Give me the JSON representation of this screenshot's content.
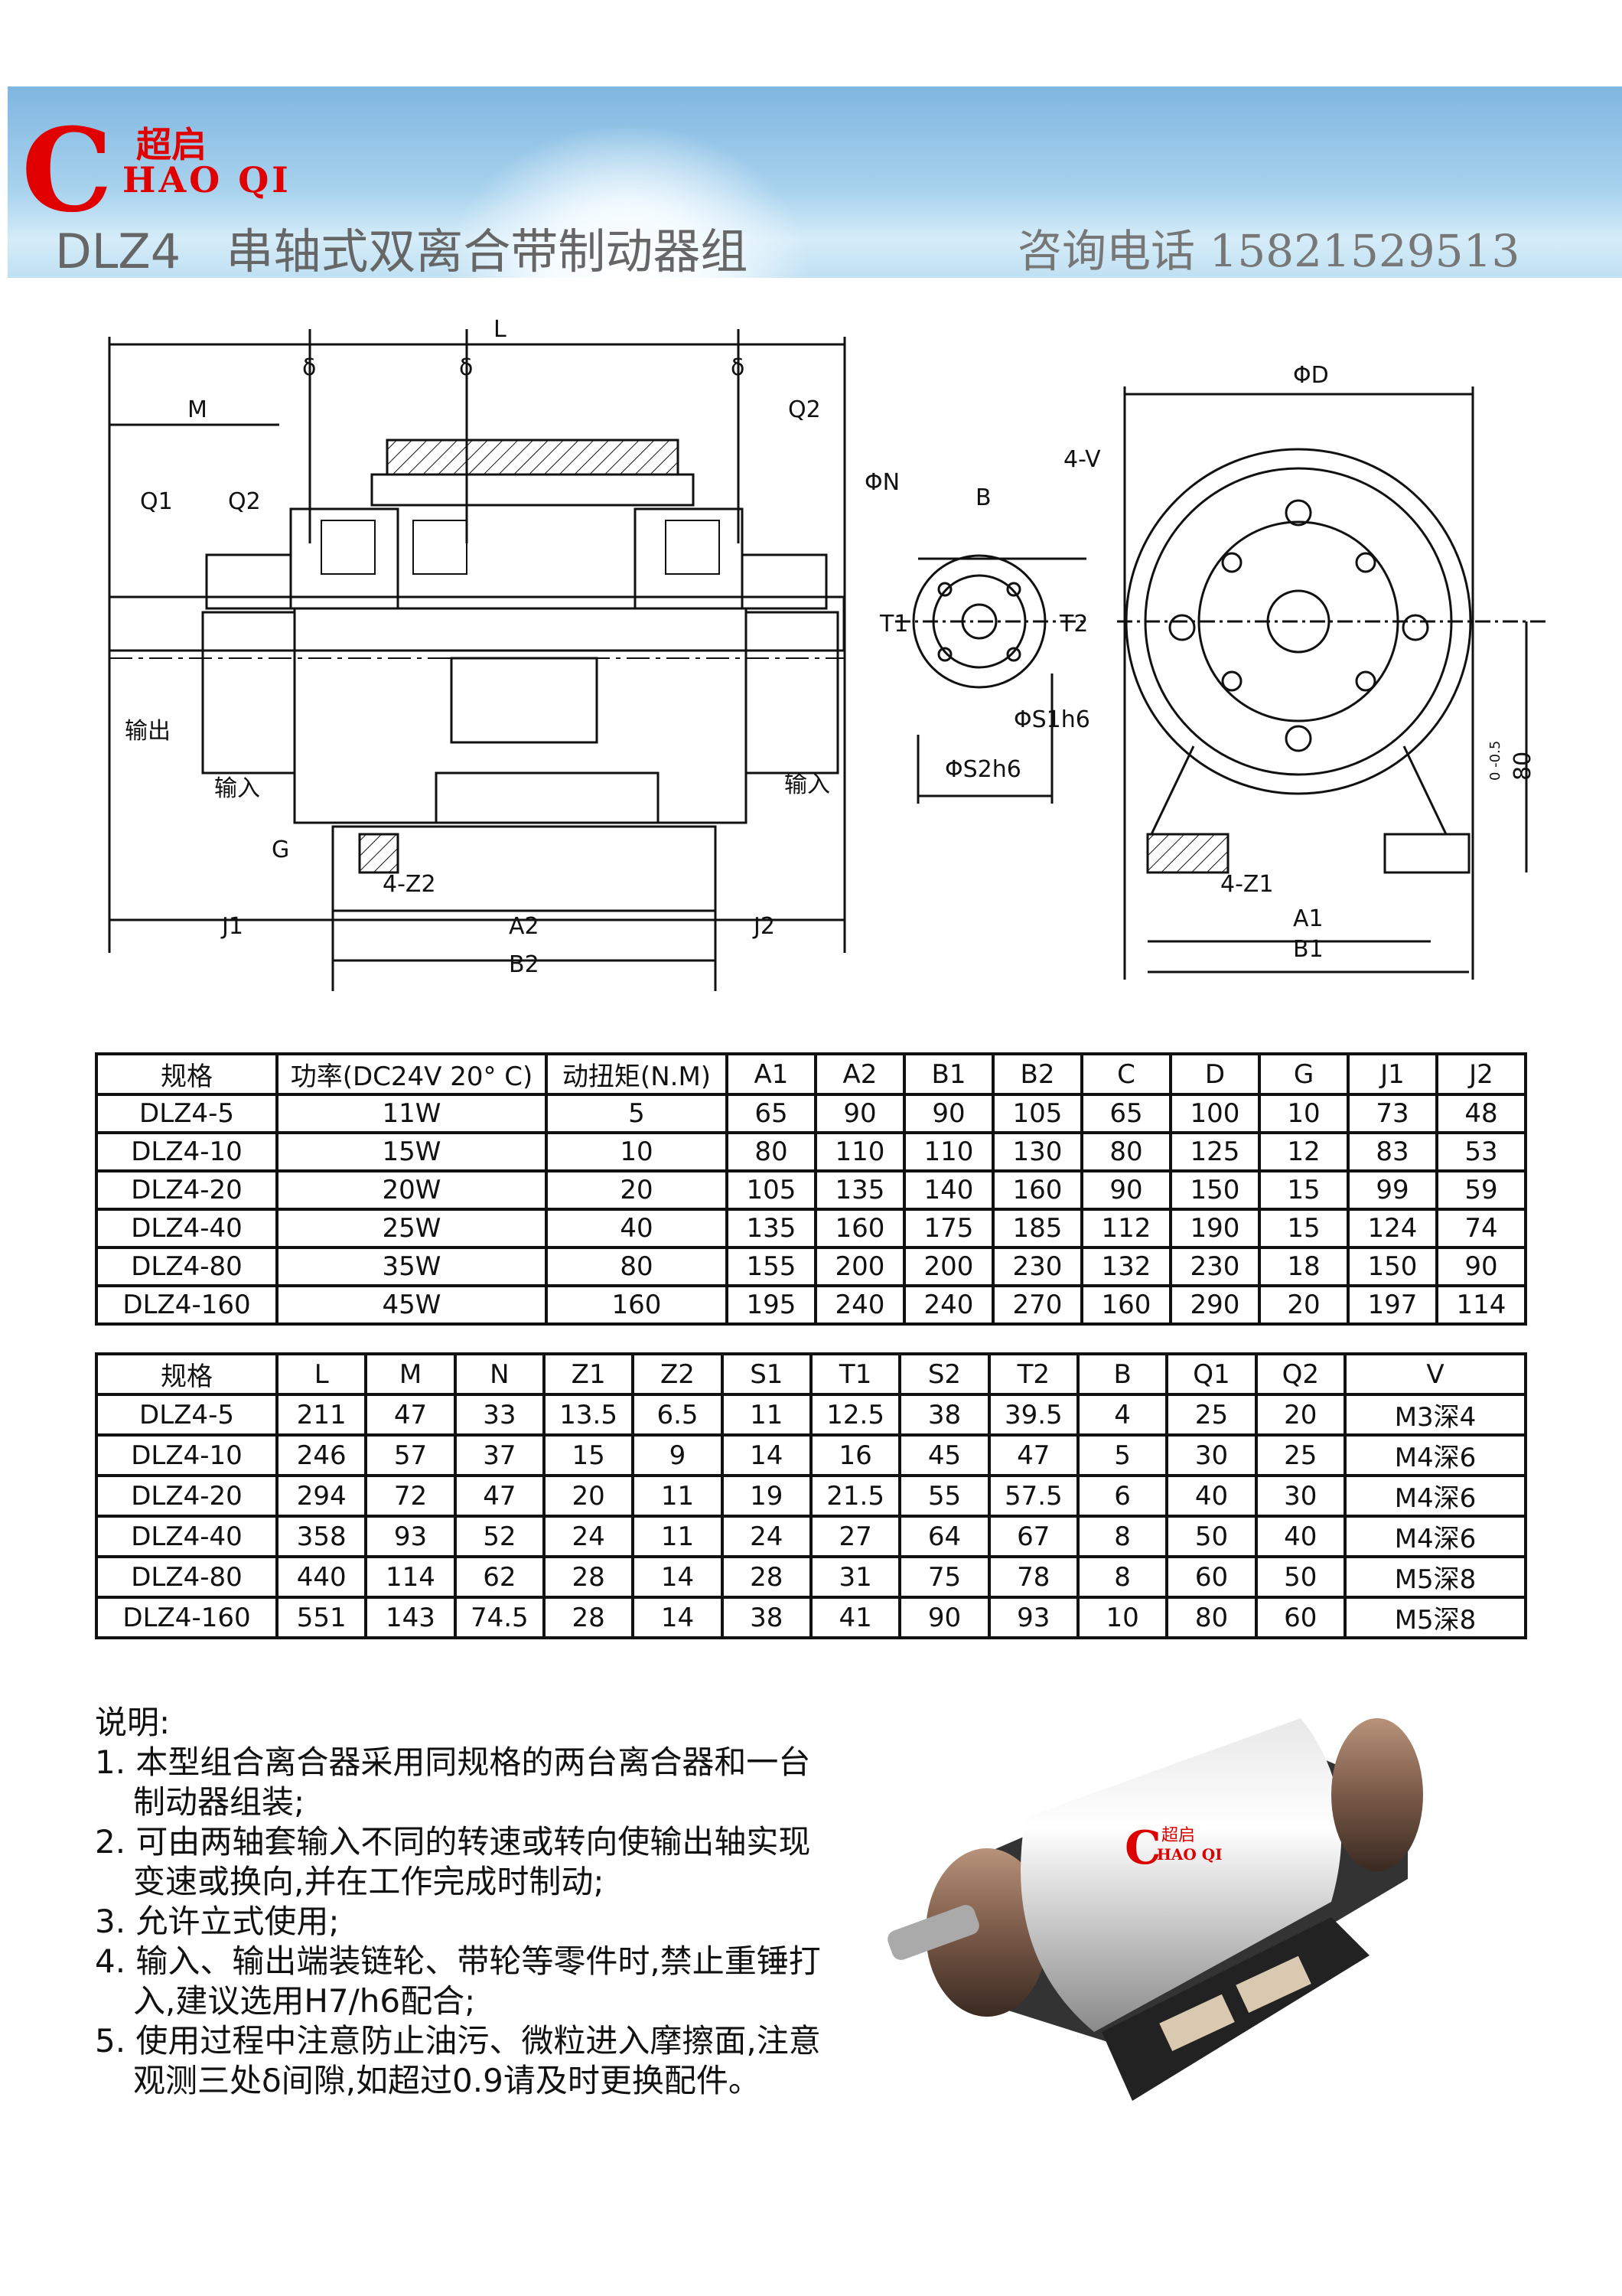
{
  "header": {
    "logo_letter": "C",
    "logo_cn": "超启",
    "logo_en": "HAO QI",
    "model": "DLZ4",
    "title": "串轴式双离合带制动器组",
    "phone_label": "咨询电话",
    "phone": "15821529513"
  },
  "drawing": {
    "labels": {
      "L": "L",
      "M": "M",
      "delta": "δ",
      "Q1": "Q1",
      "Q2": "Q2",
      "output": "输出",
      "input": "输入",
      "G": "G",
      "Z2": "4-Z2",
      "J1": "J1",
      "A2": "A2",
      "J2": "J2",
      "B2": "B2",
      "N": "ΦN",
      "B": "B",
      "V": "4-V",
      "T1": "T1",
      "T2": "T2",
      "S1": "ΦS1h6",
      "S2": "ΦS2h6",
      "D": "ΦD",
      "h80": "80",
      "tol": "0 -0.5",
      "Z1": "4-Z1",
      "A1": "A1",
      "B1": "B1"
    }
  },
  "table1": {
    "headers": [
      "规格",
      "功率(DC24V 20° C)",
      "动扭矩(N.M)",
      "A1",
      "A2",
      "B1",
      "B2",
      "C",
      "D",
      "G",
      "J1",
      "J2"
    ],
    "rows": [
      [
        "DLZ4-5",
        "11W",
        "5",
        "65",
        "90",
        "90",
        "105",
        "65",
        "100",
        "10",
        "73",
        "48"
      ],
      [
        "DLZ4-10",
        "15W",
        "10",
        "80",
        "110",
        "110",
        "130",
        "80",
        "125",
        "12",
        "83",
        "53"
      ],
      [
        "DLZ4-20",
        "20W",
        "20",
        "105",
        "135",
        "140",
        "160",
        "90",
        "150",
        "15",
        "99",
        "59"
      ],
      [
        "DLZ4-40",
        "25W",
        "40",
        "135",
        "160",
        "175",
        "185",
        "112",
        "190",
        "15",
        "124",
        "74"
      ],
      [
        "DLZ4-80",
        "35W",
        "80",
        "155",
        "200",
        "200",
        "230",
        "132",
        "230",
        "18",
        "150",
        "90"
      ],
      [
        "DLZ4-160",
        "45W",
        "160",
        "195",
        "240",
        "240",
        "270",
        "160",
        "290",
        "20",
        "197",
        "114"
      ]
    ]
  },
  "table2": {
    "headers": [
      "规格",
      "L",
      "M",
      "N",
      "Z1",
      "Z2",
      "S1",
      "T1",
      "S2",
      "T2",
      "B",
      "Q1",
      "Q2",
      "V"
    ],
    "rows": [
      [
        "DLZ4-5",
        "211",
        "47",
        "33",
        "13.5",
        "6.5",
        "11",
        "12.5",
        "38",
        "39.5",
        "4",
        "25",
        "20",
        "M3深4"
      ],
      [
        "DLZ4-10",
        "246",
        "57",
        "37",
        "15",
        "9",
        "14",
        "16",
        "45",
        "47",
        "5",
        "30",
        "25",
        "M4深6"
      ],
      [
        "DLZ4-20",
        "294",
        "72",
        "47",
        "20",
        "11",
        "19",
        "21.5",
        "55",
        "57.5",
        "6",
        "40",
        "30",
        "M4深6"
      ],
      [
        "DLZ4-40",
        "358",
        "93",
        "52",
        "24",
        "11",
        "24",
        "27",
        "64",
        "67",
        "8",
        "50",
        "40",
        "M4深6"
      ],
      [
        "DLZ4-80",
        "440",
        "114",
        "62",
        "28",
        "14",
        "28",
        "31",
        "75",
        "78",
        "8",
        "60",
        "50",
        "M5深8"
      ],
      [
        "DLZ4-160",
        "551",
        "143",
        "74.5",
        "28",
        "14",
        "38",
        "41",
        "90",
        "93",
        "10",
        "80",
        "60",
        "M5深8"
      ]
    ]
  },
  "notes": {
    "title": "说明:",
    "items": [
      "1. 本型组合离合器采用同规格的两台离合器和一台制动器组装;",
      "2. 可由两轴套输入不同的转速或转向使输出轴实现变速或换向,并在工作完成时制动;",
      "3. 允许立式使用;",
      "4. 输入、输出端装链轮、带轮等零件时,禁止重锤打入,建议选用H7/h6配合;",
      "5. 使用过程中注意防止油污、微粒进入摩擦面,注意观测三处δ间隙,如超过0.9请及时更换配件。"
    ]
  },
  "photo": {
    "logo_cn": "超启",
    "logo_en": "HAO QI",
    "logo_letter": "C"
  }
}
